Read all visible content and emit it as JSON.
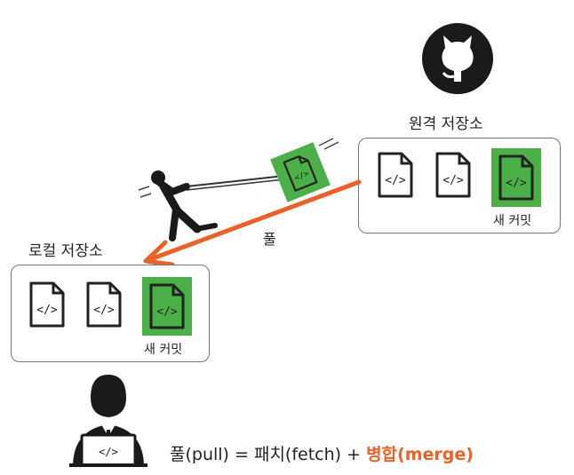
{
  "remote": {
    "title": "원격 저장소",
    "new_commit_label": "새 커밋"
  },
  "local": {
    "title": "로컬 저장소",
    "new_commit_label": "새 커밋"
  },
  "arrow_label": "풀",
  "formula": {
    "pull": "풀(pull) = 패치(fetch) + ",
    "merge": "병합(merge)"
  },
  "colors": {
    "commit_green": "#4cb049",
    "arrow_orange": "#e8622a",
    "icon_dark": "#1a1a1a"
  },
  "icons": {
    "remote_logo": "github-icon",
    "file": "code-file-icon",
    "user": "developer-icon"
  }
}
